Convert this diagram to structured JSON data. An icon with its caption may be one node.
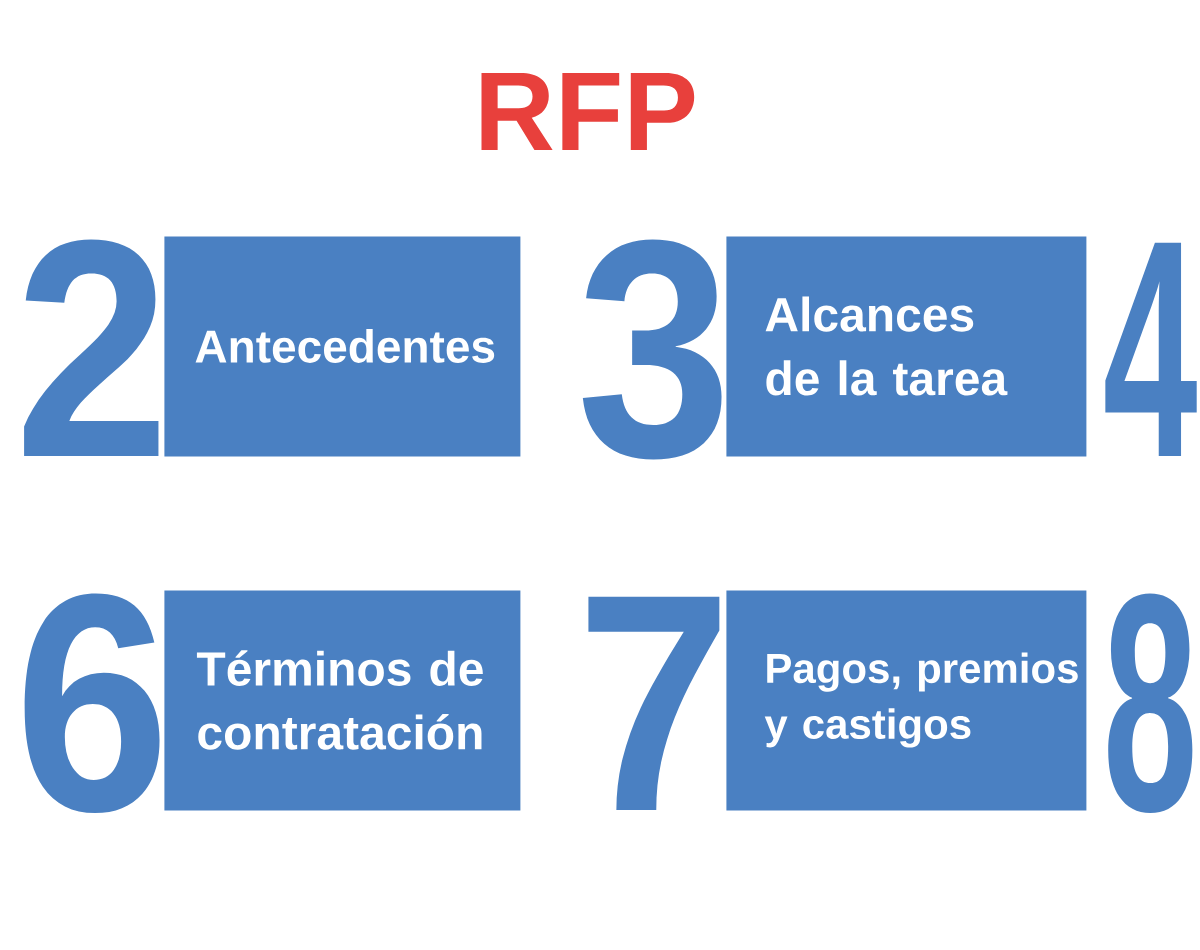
{
  "diagram": {
    "title": "RFP",
    "nodes": [
      {
        "text": [
          "2",
          "Antecedentes"
        ]
      },
      {
        "text": [
          "3",
          "Alcances de la tarea"
        ]
      },
      {
        "text": [
          "6",
          "Términos de contratación"
        ]
      },
      {
        "text": [
          "7",
          "Pagos, premios y castigos"
        ]
      }
    ],
    "labels": [
      "4",
      "8"
    ]
  }
}
